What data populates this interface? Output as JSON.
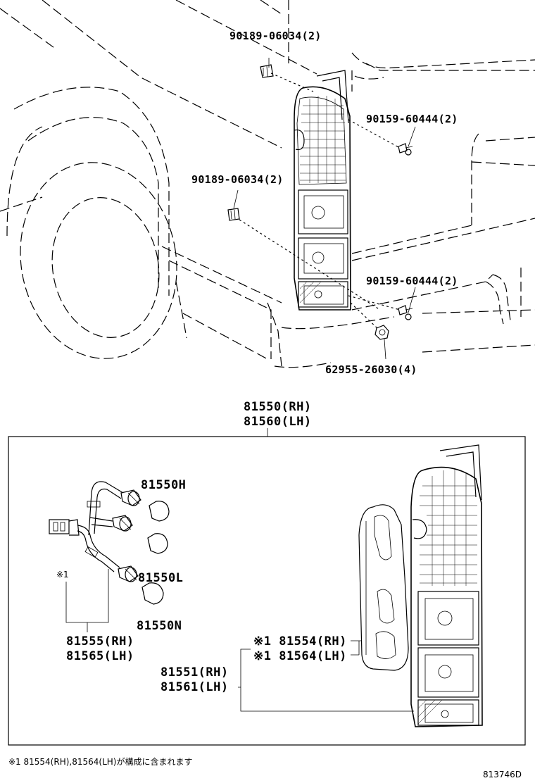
{
  "callouts": {
    "clip_top": "90189-06034(2)",
    "screw_top": "90159-60444(2)",
    "clip_mid": "90189-06034(2)",
    "screw_mid": "90159-60444(2)",
    "grommet": "62955-26030(4)",
    "assembly_rh": "81550(RH)",
    "assembly_lh": "81560(LH)",
    "bulb_h": "81550H",
    "bulb_l": "81550L",
    "bulb_n": "81550N",
    "note_mark": "※1",
    "socket_rh": "81555(RH)",
    "socket_lh": "81565(LH)",
    "gasket_rh": "※1 81554(RH)",
    "gasket_lh": "※1 81564(LH)",
    "lens_rh": "81551(RH)",
    "lens_lh": "81561(LH)"
  },
  "footnote": "※1 81554(RH),81564(LH)が構成に含まれます",
  "diagram_id": "813746D"
}
